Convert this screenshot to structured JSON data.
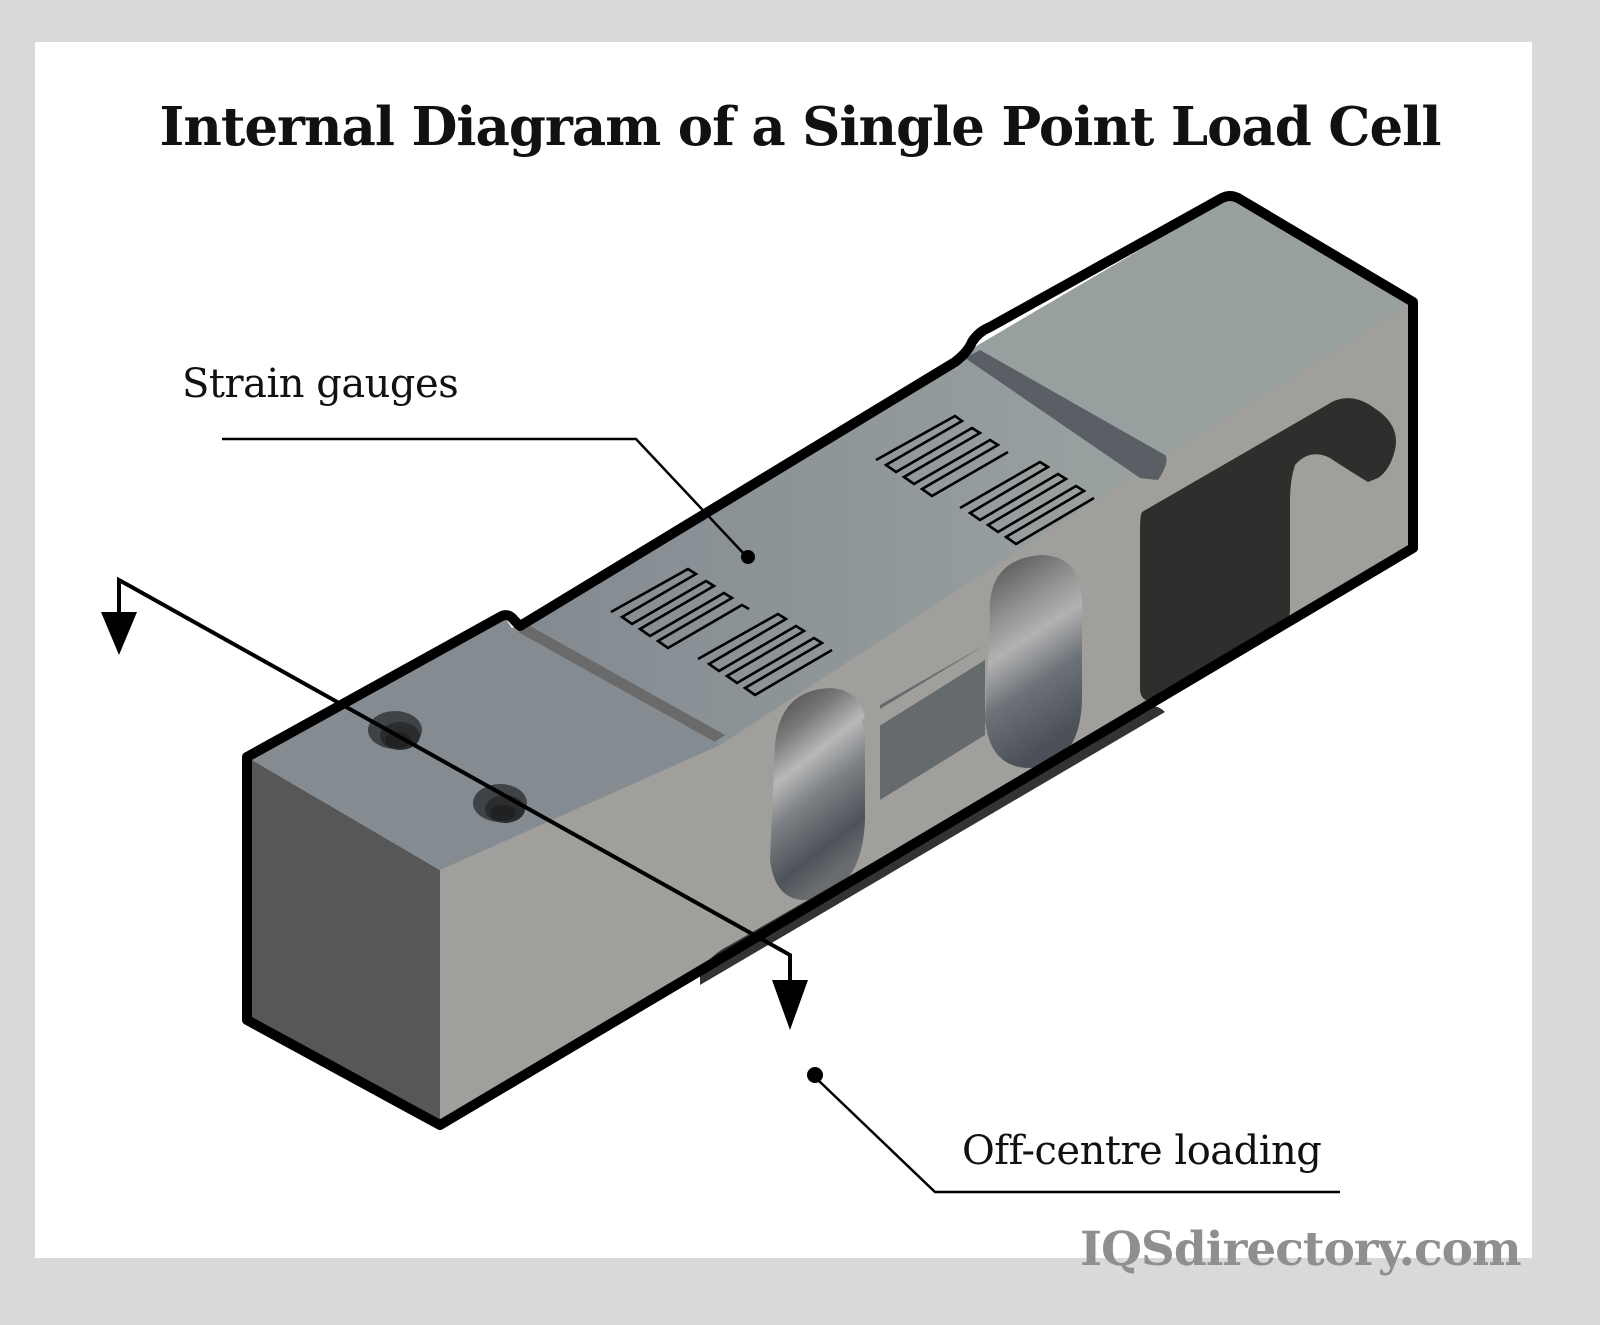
{
  "title": "Internal Diagram of a Single Point Load Cell",
  "labels": {
    "strain_gauges": "Strain gauges",
    "off_centre_loading": "Off-centre loading"
  },
  "watermark": "IQSdirectory.com",
  "colors": {
    "frame": "#d9d9d9",
    "panel": "#ffffff",
    "top_face": "#848c92",
    "top_face_right": "#97a09f",
    "side_face": "#a09f9b",
    "front_face": "#575757",
    "cutout": "#2f2e2c",
    "groove": "#5a5f66",
    "outline": "#000000",
    "watermark": "#8f8f8f"
  },
  "parts": [
    {
      "id": "load-cell-body",
      "name": "Load cell body"
    },
    {
      "id": "strain-gauge-group-1",
      "name": "Strain gauge pair (left)"
    },
    {
      "id": "strain-gauge-group-2",
      "name": "Strain gauge pair (right)"
    },
    {
      "id": "mounting-holes",
      "name": "Mounting holes"
    },
    {
      "id": "binocular-bore",
      "name": "Binocular bore"
    },
    {
      "id": "load-path-arrow",
      "name": "Off-centre load path"
    }
  ]
}
